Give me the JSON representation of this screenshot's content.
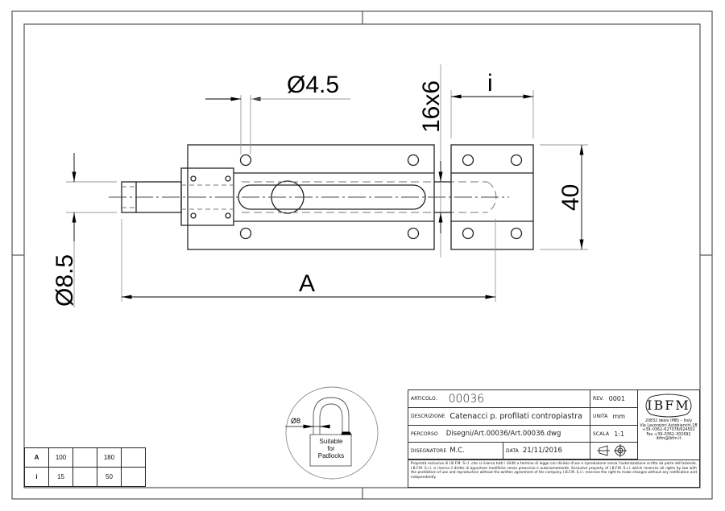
{
  "drawing": {
    "dimensions": {
      "hole_diameter": "Ø4.5",
      "bolt_section": "16x6",
      "keeper_width": "i",
      "height": "40",
      "pin_diameter": "Ø8.5",
      "length": "A"
    },
    "padlock_callout": {
      "shackle_diameter": "Ø8",
      "line1": "Suitable",
      "line2": "for",
      "line3": "Padlocks"
    }
  },
  "size_table": {
    "rows": [
      {
        "label": "A",
        "values": [
          "100",
          "",
          "180",
          ""
        ]
      },
      {
        "label": "i",
        "values": [
          "15",
          "",
          "50",
          ""
        ]
      }
    ]
  },
  "title_block": {
    "articolo_label": "ARTICOLO.",
    "articolo_value": "00036",
    "rev_label": "REV.",
    "rev_value": "0001",
    "descrizione_label": "DESCRIZIONE",
    "descrizione_value": "Catenacci p. profilati contropiastra",
    "unita_label": "UNITA",
    "unita_value": "mm",
    "percorso_label": "PERCORSO",
    "percorso_value": "Disegni/Art.00036/Art.00036.dwg",
    "scala_label": "SCALA",
    "scala_value": "1:1",
    "disegnatore_label": "DISEGNATORE",
    "disegnatore_value": "M.C.",
    "data_label": "DATA",
    "data_value": "21/11/2016",
    "projection_symbol": "first-angle-projection-icon",
    "company": {
      "logo": "IBFM",
      "address1": "20832 desio (MB) – Italy",
      "address2": "Via Lavoratori Autobianchi,1B",
      "phone": "+39–0362–627078/624502",
      "fax": "Fax +39–0362–302692",
      "email": "ibfm@ibfm.it"
    },
    "legal": "Proprietà esclusiva di I.B.F.M. S.r.l. che si riserva tutti i diritti a termine di legge con divieto d'uso e riproduzione senza l'autorizzazione scritta da parte dell'azienda. I.B.F.M. S.r.l. si riserva il diritto di apportare modifiche senza preavviso e autonomamente. Exclusive property of I.B.F.M. S.r.l. which reserves all rights by law with the prohibition of use and reproduction without the written agreement of the company. I.B.F.M. S.r.l. reserves the right to make changes without any notification and independently."
  }
}
